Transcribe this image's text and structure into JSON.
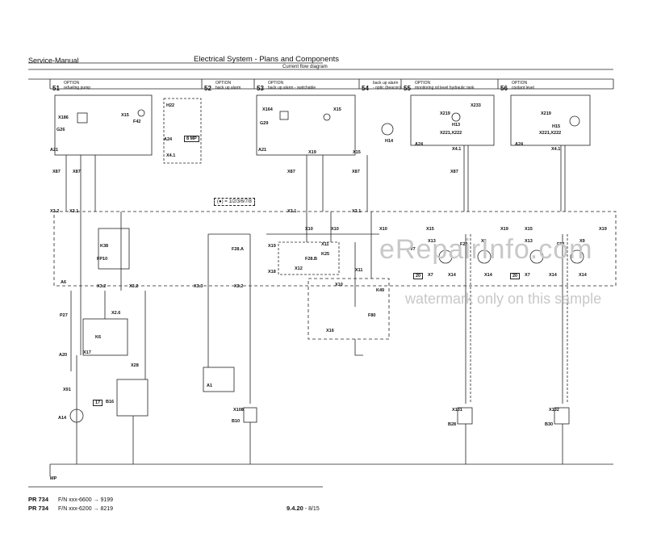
{
  "header": {
    "manual": "Service-Manual",
    "title": "Electrical System - Plans and Components",
    "subtitle": "Current flow diagram"
  },
  "columns": [
    {
      "num": "51",
      "text": "OPTION\nrefueling pump"
    },
    {
      "num": "52",
      "text": "OPTION\nback up alarm"
    },
    {
      "num": "53",
      "text": "OPTION\nback up alarm - switchable"
    },
    {
      "num": "54",
      "text": "back up alarm\n- optic (beacon)"
    },
    {
      "num": "55",
      "text": "OPTION\nmonitoring oil level hydraulic tank"
    },
    {
      "num": "56",
      "text": "OPTION\ncoolant level"
    }
  ],
  "formula": "(●) = 1/2/3/6/7/8",
  "labels": {
    "X186": "X186",
    "G26": "G26",
    "F42": "F42",
    "X15a": "X15",
    "A21a": "A21",
    "H22": "H22",
    "A24a": "A24",
    "X41a": "X4.1",
    "MP8": "8 MP",
    "X164": "X164",
    "G29": "G29",
    "X15b": "X15",
    "A21b": "A21",
    "X19a": "X19",
    "X15c": "X15",
    "H14": "H14",
    "X219a": "X219",
    "X233": "X233",
    "H13": "H13",
    "X221a": "X221,X222",
    "A24b": "A24",
    "X41b": "X4.1",
    "X219b": "X219",
    "H15": "H15",
    "X221b": "X221,X222",
    "A24c": "A24",
    "X41c": "X4.1",
    "X87a": "X87",
    "X87b": "X87",
    "X87c": "X87",
    "X87d": "X87",
    "X87e": "X87",
    "X32a": "X3.2",
    "X31a": "X3.1",
    "X31b": "X3.1",
    "X31c": "X3.1",
    "K38": "K38",
    "FP10": "FP10",
    "A6": "A6",
    "X32b": "X3.2",
    "X32c": "X3.2",
    "X33": "X3.3",
    "X32d": "X3.2",
    "F28A": "F28.A",
    "X19b": "X19",
    "X18": "X18",
    "X11": "X11",
    "K25": "K25",
    "X12": "X12",
    "F28B": "F28.B",
    "X10a": "X10",
    "X10b": "X10",
    "X10c": "X10",
    "X11b": "X11",
    "K49": "K49",
    "F80": "F80",
    "X16": "X16",
    "V7a": "V7",
    "X13a": "X13",
    "F29": "F29",
    "X9a": "X9",
    "X19c": "X19",
    "X14a": "X14",
    "X14b": "X14",
    "n20a": "20",
    "X7a": "X7",
    "X15d": "X15",
    "X13b": "X13",
    "F52": "F52",
    "X9b": "X9",
    "X19d": "X19",
    "X14c": "X14",
    "X14d": "X14",
    "n20b": "20",
    "X7b": "X7",
    "X15e": "X15",
    "P27": "P27",
    "X26": "X2.6",
    "K6": "K6",
    "X17": "X17",
    "A20": "A20",
    "X28": "X28",
    "X91": "X91",
    "A14": "A14",
    "n17": "17",
    "B16": "B16",
    "A1": "A1",
    "X108": "X108",
    "B10": "B10",
    "X131": "X131",
    "B28": "B28",
    "X132": "X132",
    "B30": "B30",
    "MP": "MP"
  },
  "footer": {
    "row1_model": "PR 734",
    "row1_range": "F/N xxx-6600 → 9199",
    "row2_model": "PR 734",
    "row2_range": "F/N xxx-6200 → 8219",
    "page_num": "9.4.20",
    "page_of": "- 8/15"
  },
  "watermark": {
    "main": "eRepairInfo.com",
    "note": "watermark only on this sample"
  }
}
